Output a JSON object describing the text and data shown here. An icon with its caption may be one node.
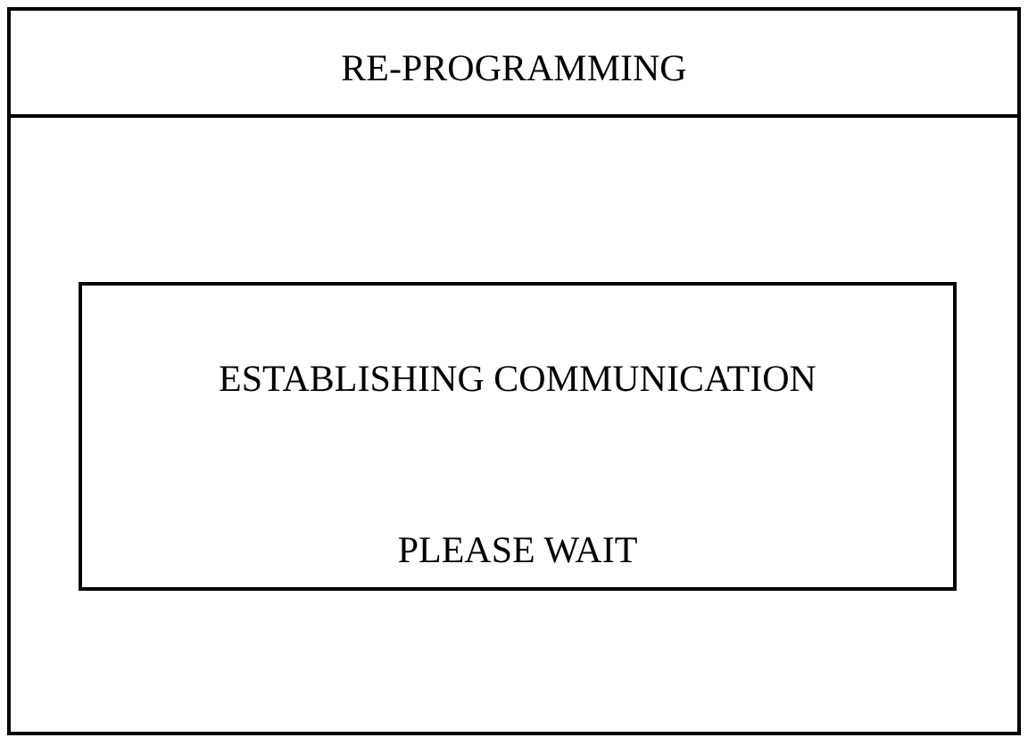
{
  "diagram": {
    "nodes": [
      {
        "text": [
          "RE-PROGRAMMING"
        ]
      },
      {
        "text": [
          "ESTABLISHING COMMUNICATION",
          "PLEASE WAIT"
        ],
        "in": 0
      }
    ]
  }
}
